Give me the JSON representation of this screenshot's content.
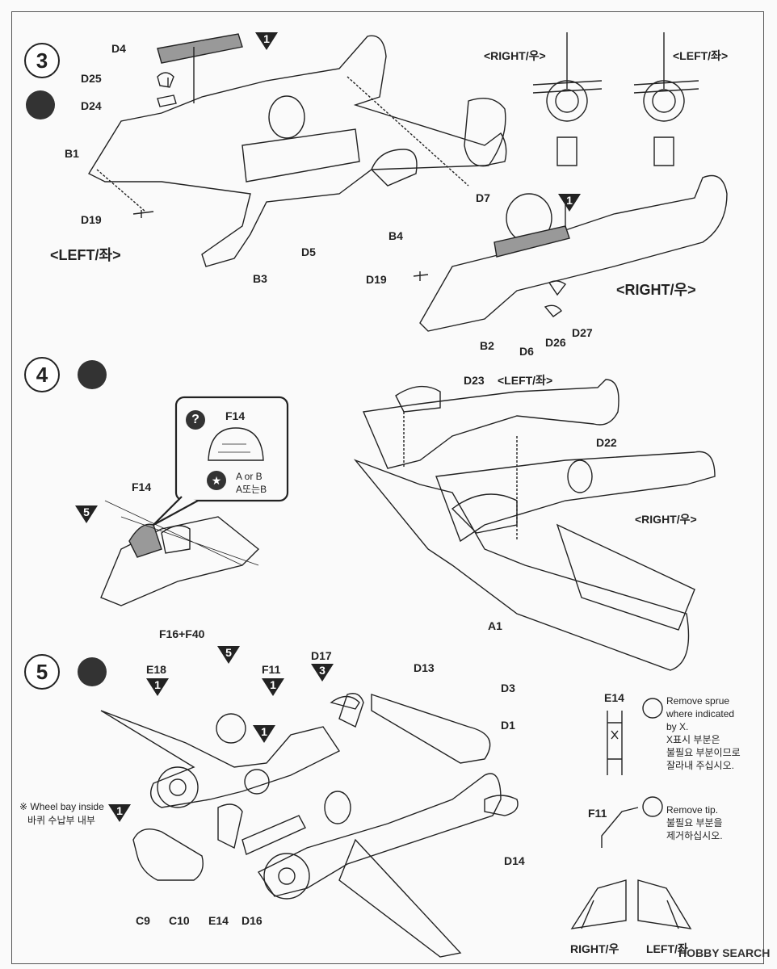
{
  "steps": [
    {
      "number": "3"
    },
    {
      "number": "4"
    },
    {
      "number": "5"
    }
  ],
  "step3": {
    "parts": {
      "d4": "D4",
      "d25": "D25",
      "d24": "D24",
      "b1": "B1",
      "d19_left": "D19",
      "d5": "D5",
      "b3": "B3",
      "left_label": "<LEFT/좌>",
      "d7": "D7",
      "b4": "B4",
      "d19_right": "D19",
      "b2": "B2",
      "d6": "D6",
      "d26": "D26",
      "d27": "D27",
      "right_label": "<RIGHT/우>",
      "view_right": "<RIGHT/우>",
      "view_left": "<LEFT/좌>"
    },
    "color_ref_1": "1",
    "color_ref_2": "1"
  },
  "step4": {
    "callout": {
      "question": "?",
      "part": "F14",
      "option": "A or B",
      "option_kr": "A또는B"
    },
    "f14": "F14",
    "color_ref": "5",
    "d23": "D23",
    "left_label": "<LEFT/좌>",
    "d22": "D22",
    "right_label": "<RIGHT/우>",
    "a1": "A1"
  },
  "step5": {
    "f16_f40": "F16+F40",
    "e18": "E18",
    "e18_ref": "1",
    "f16_ref": "5",
    "f11": "F11",
    "f11_ref": "1",
    "d17": "D17",
    "d17_ref": "3",
    "center_ref": "1",
    "d13": "D13",
    "d3": "D3",
    "d1": "D1",
    "d14": "D14",
    "wheel_bay_en": "※ Wheel bay inside",
    "wheel_bay_kr": "바퀴 수납부 내부",
    "wheel_bay_ref": "1",
    "c9": "C9",
    "c10": "C10",
    "e14": "E14",
    "d16": "D16",
    "note1": {
      "part": "E14",
      "text": "Remove sprue\nwhere indicated\nby X.\nX표시 부분은\n불필요 부분이므로\n잘라내 주십시오."
    },
    "note2": {
      "part": "F11",
      "text": "Remove tip.\n불필요 부분을\n제거하십시오."
    },
    "right_view": "RIGHT/우",
    "left_view": "LEFT/좌"
  },
  "watermark": "HOBBY SEARCH",
  "colors": {
    "ink": "#222222",
    "paper": "#fafafa",
    "paint_badge": "#333333"
  }
}
